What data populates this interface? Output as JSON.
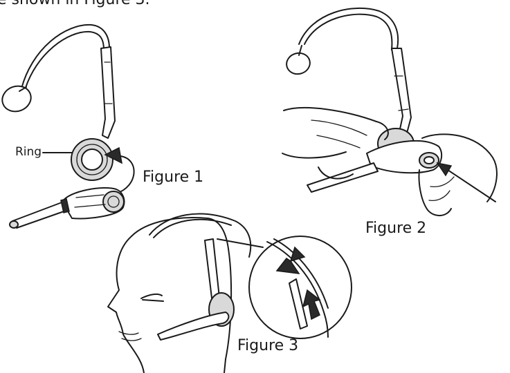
{
  "intro_text": "e shown in Figure 3.",
  "labels": {
    "ring": "Ring",
    "figure1": "Figure 1",
    "figure2": "Figure 2",
    "figure3": "Figure 3"
  },
  "colors": {
    "line": "#1a1a1a",
    "fill_gray": "#d9d9d9",
    "background": "#ffffff"
  }
}
